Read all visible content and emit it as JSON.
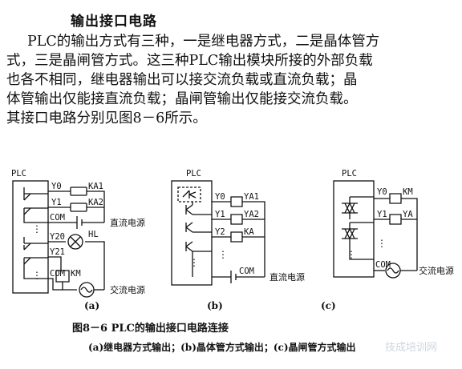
{
  "heading": "输出接口电路",
  "paragraph_lines": [
    "PLC的输出方式有三种，一是继电器方式，二是晶体管方",
    "式，三是晶闸管方式。这三种PLC输出模块所接的外部负载",
    "也各不相同，继电器输出可以接交流负载或直流负载；晶",
    "体管输出仅能接直流负载；晶闸管输出仅能接交流负载。",
    "其接口电路分别见图8－6所示。"
  ],
  "diagram_a": {
    "plc": "PLC",
    "terminals": [
      "Y0",
      "Y1",
      "COM",
      "Y20",
      "Y21",
      "COM"
    ],
    "loads": [
      "KA1",
      "KA2",
      "HL",
      "KM"
    ],
    "supply_dc": "直流电源",
    "supply_ac": "交流电源",
    "label": "(a)"
  },
  "diagram_b": {
    "plc": "PLC",
    "terminals": [
      "Y0",
      "Y1",
      "Y2",
      "COM"
    ],
    "loads": [
      "YA1",
      "YA2",
      "KA"
    ],
    "supply_dc": "直流电源",
    "label": "(b)"
  },
  "diagram_c": {
    "plc": "PLC",
    "terminals": [
      "Y0",
      "Y1",
      "COM"
    ],
    "loads": [
      "KM",
      "YA"
    ],
    "supply_ac": "交流电源",
    "label": "(c)"
  },
  "dots": "⋮",
  "caption": {
    "title": "图8－6  PLC的输出接口电路连接",
    "subtitle": "(a)继电器方式输出；(b)晶体管方式输出；(c)晶闸管方式输出"
  },
  "watermark": "技成培训网"
}
